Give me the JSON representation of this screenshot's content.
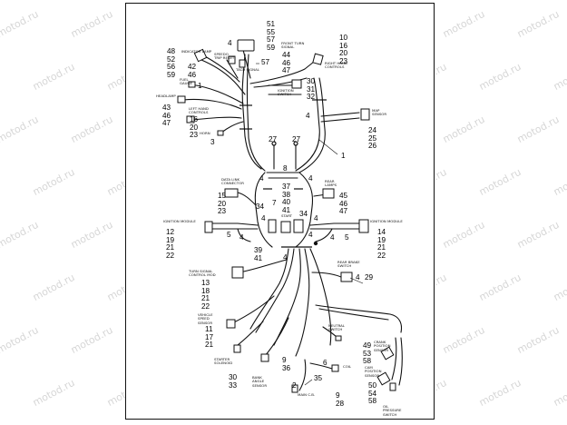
{
  "watermark": "motod.ru",
  "labels": {
    "indicator_lamp": "INDICATOR LAMP",
    "speedo_tach_reset": "SPEEDO TRIP RESET",
    "tach_signal": "TACH SIGNAL",
    "fuel_gauge": "FUEL GAUGE",
    "headlamp": "HEADLAMP",
    "left_hand_controls": "LEFT HAND CONTROLS",
    "horn": "HORN",
    "front_turn_signal": "FRONT TURN SIGNAL",
    "right_hand_controls": "RIGHT HAND CONTROLS",
    "ignition_switch": "IGNITION SWITCH",
    "map_sensor": "MAP SENSOR",
    "data_link_connector": "DATA LINK CONNECTOR",
    "rear_lamps": "REAR LAMPS",
    "ignition_module_left": "IGNITION MODULE",
    "ignition_module_right": "IGNITION MODULE",
    "start": "START",
    "turn_signal_control_mod": "TURN SIGNAL CONTROL MOD",
    "rear_brake_switch": "REAR BRAKE SWITCH",
    "vehicle_speed_sensor": "VEHICLE SPEED SENSOR",
    "neutral_switch": "NEUTRAL SWITCH",
    "crank_position_sensor": "CRANK POSITION SENSOR",
    "cam_position_sensor": "CAM POSITION SENSOR",
    "starter_solenoid": "STARTER SOLENOID",
    "bank_angle_sensor": "BANK ANGLE SENSOR",
    "coil": "COIL",
    "main_cb": "MAIN C.B.",
    "oil_pressure_switch": "OIL PRESSURE SWITCH"
  },
  "numbers": {
    "top_stack": [
      "51",
      "55",
      "57",
      "59"
    ],
    "top_four": "4",
    "tach_57": "57",
    "indicator_stack": [
      "48",
      "52",
      "56",
      "59"
    ],
    "indicator_near": [
      "42",
      "46"
    ],
    "fuel_1": "1",
    "lefthand_stack": [
      "43",
      "46",
      "47"
    ],
    "lefthand_mid": [
      "16",
      "20",
      "23"
    ],
    "horn_3": "3",
    "fts_stack": [
      "44",
      "46",
      "47"
    ],
    "rhc_stack": [
      "10",
      "16",
      "20",
      "23"
    ],
    "ign_stack": [
      "30",
      "31",
      "32"
    ],
    "map_4": "4",
    "map_stack": [
      "24",
      "25",
      "26"
    ],
    "twenty_seven_a": "27",
    "twenty_seven_b": "27",
    "main_1": "1",
    "eight": "8",
    "four_a": "4",
    "four_b": "4",
    "dlc_stack": [
      "15",
      "20",
      "23"
    ],
    "center_stack": [
      "37",
      "38",
      "40",
      "41"
    ],
    "thirty_four_a": "34",
    "thirty_four_b": "34",
    "seven": "7",
    "rear_stack": [
      "45",
      "46",
      "47"
    ],
    "four_c": "4",
    "four_d": "4",
    "ign_left_stack": [
      "12",
      "19",
      "21",
      "22"
    ],
    "ign_right_stack": [
      "14",
      "19",
      "21",
      "22"
    ],
    "five_a": "5",
    "five_b": "5",
    "four_e": "4",
    "four_f": "4",
    "four_g": "4",
    "center_low": [
      "39",
      "41"
    ],
    "four_h": "4",
    "tsm_stack": [
      "13",
      "18",
      "21",
      "22"
    ],
    "rbs_4": "4",
    "rbs_29": "29",
    "vss_stack": [
      "11",
      "17",
      "21"
    ],
    "crank_stack": [
      "49",
      "53",
      "58"
    ],
    "cam_stack": [
      "50",
      "54",
      "58"
    ],
    "six": "6",
    "starter_stack": [
      "30",
      "33"
    ],
    "bank_stack": [
      "9",
      "36"
    ],
    "two": "2",
    "thirty_five": "35",
    "coil_stack": [
      "9",
      "28"
    ]
  }
}
